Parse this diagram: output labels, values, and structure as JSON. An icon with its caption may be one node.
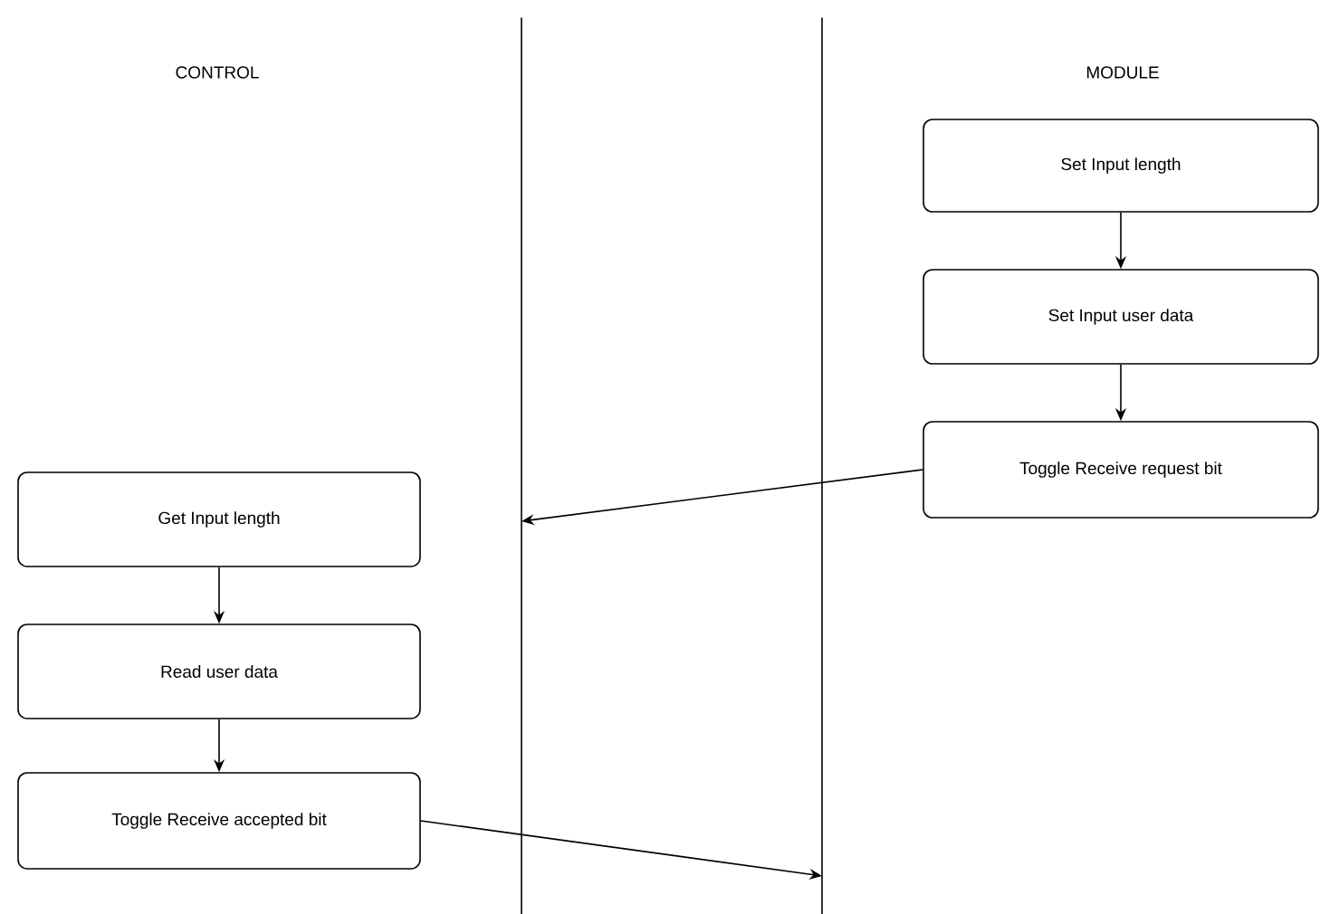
{
  "diagram": {
    "nodes": [
      {
        "text": [],
        "shape": "line"
      },
      {
        "text": [],
        "shape": "line"
      },
      {
        "text": [
          "Set Input length"
        ]
      },
      {
        "text": [
          "Set Input user data"
        ]
      },
      {
        "text": [
          "Toggle Receive request bit"
        ]
      },
      {
        "text": [
          "Get Input length"
        ]
      },
      {
        "text": [
          "Read user data"
        ]
      },
      {
        "text": [
          "Toggle Receive accepted bit"
        ]
      }
    ],
    "edges": [
      {
        "from": 2,
        "to": 3,
        "arrow": "to"
      },
      {
        "from": 3,
        "to": 4,
        "arrow": "to"
      },
      {
        "from": 4,
        "to": 0,
        "arrow": "to"
      },
      {
        "from": 5,
        "to": 6,
        "arrow": "to"
      },
      {
        "from": 6,
        "to": 7,
        "arrow": "to"
      },
      {
        "from": 7,
        "to": 1,
        "arrow": "to"
      }
    ],
    "labels": [
      "CONTROL",
      "MODULE"
    ]
  }
}
